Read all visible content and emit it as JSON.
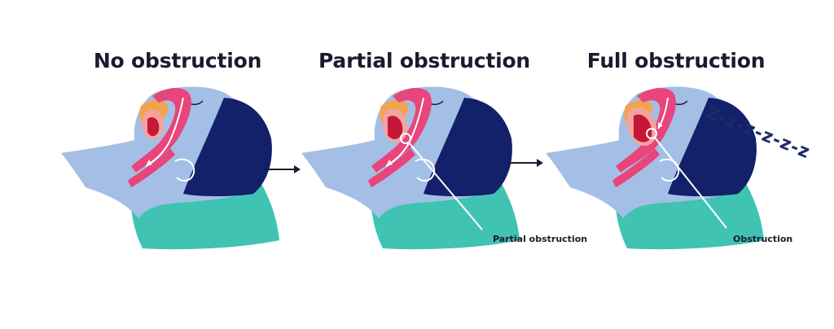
{
  "panels": [
    {
      "title": "No obstruction",
      "airway": "open"
    },
    {
      "title": "Partial obstruction",
      "airway": "partial",
      "callout": "Partial obstruction"
    },
    {
      "title": "Full obstruction",
      "airway": "full",
      "callout": "Obstruction"
    }
  ],
  "snore_text": "Z-z-z-z-z-z",
  "colors": {
    "skin": "#a4bfe6",
    "hair": "#13206a",
    "pillow": "#40c3b2",
    "airway": "#e8457a",
    "tongue": "#f4a39f",
    "throat_dark": "#c5173a",
    "palate": "#f1a44f",
    "outline": "#ffffff",
    "text": "#1c1a2e"
  }
}
